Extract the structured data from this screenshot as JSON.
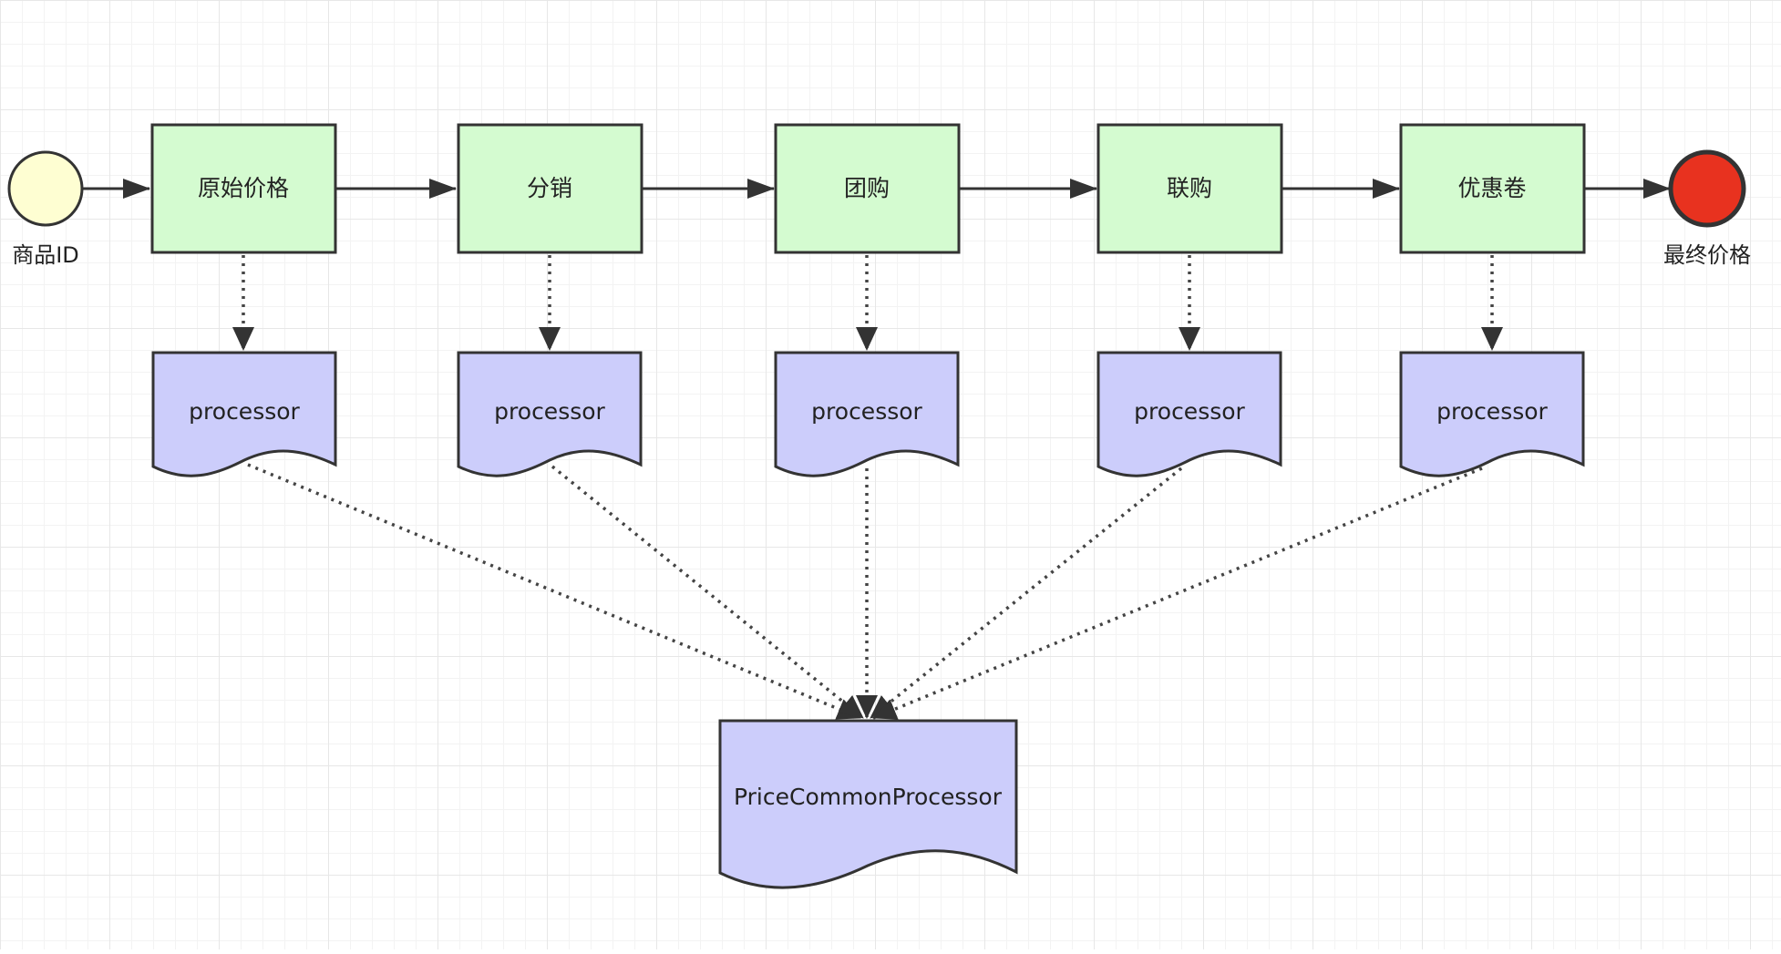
{
  "diagram": {
    "start_event": {
      "label": "商品ID"
    },
    "end_event": {
      "label": "最终价格"
    },
    "steps": [
      {
        "label": "原始价格"
      },
      {
        "label": "分销"
      },
      {
        "label": "团购"
      },
      {
        "label": "联购"
      },
      {
        "label": "优惠卷"
      }
    ],
    "processors": [
      {
        "label": "processor"
      },
      {
        "label": "processor"
      },
      {
        "label": "processor"
      },
      {
        "label": "processor"
      },
      {
        "label": "processor"
      }
    ],
    "common_processor": {
      "label": "PriceCommonProcessor"
    },
    "colors": {
      "start_fill": "#fefed2",
      "end_fill": "#e8321f",
      "task_fill": "#d4fbd0",
      "document_fill": "#cccdfb",
      "stroke": "#333333"
    }
  }
}
